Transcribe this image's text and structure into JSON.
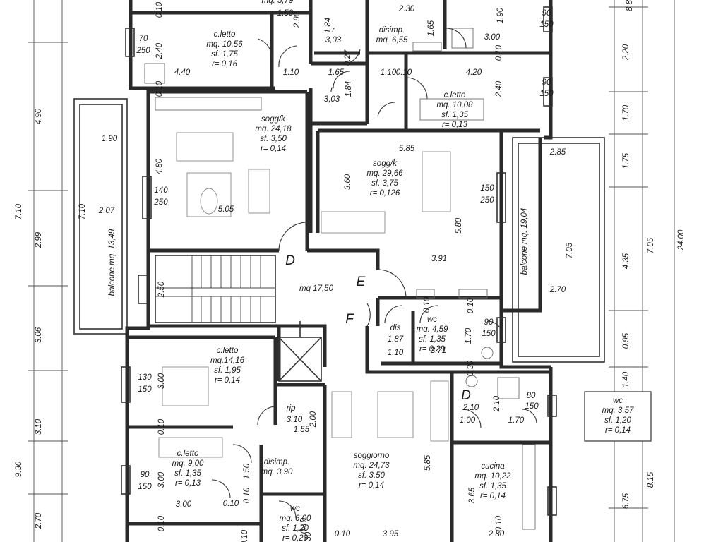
{
  "rooms": [
    {
      "id": "r1",
      "lines": [
        "mq. 5,79"
      ]
    },
    {
      "id": "r2",
      "lines": [
        "c.letto",
        "mq. 10,56",
        "sf. 1,75",
        "r= 0,16"
      ]
    },
    {
      "id": "r3",
      "lines": [
        "r",
        "3,03"
      ]
    },
    {
      "id": "r4",
      "lines": [
        "disimp.",
        "mq. 6,55"
      ]
    },
    {
      "id": "r5",
      "lines": [
        "r",
        "3,03"
      ]
    },
    {
      "id": "r6",
      "lines": [
        "c.letto",
        "mq. 10,08",
        "sf. 1,35",
        "r= 0,13"
      ]
    },
    {
      "id": "r7",
      "lines": [
        "sogg/k",
        "mq. 24,18",
        "sf. 3,50",
        "r= 0,14"
      ]
    },
    {
      "id": "r8",
      "lines": [
        "sogg/k",
        "mq. 29,66",
        "sf. 3,75",
        "r= 0,126"
      ]
    },
    {
      "id": "r9",
      "lines": [
        "mq 17,50"
      ]
    },
    {
      "id": "r10",
      "lines": [
        "dis"
      ]
    },
    {
      "id": "r11",
      "lines": [
        "wc",
        "mq. 4,59",
        "sf. 1,35",
        "r= 0,29"
      ]
    },
    {
      "id": "r12",
      "lines": [
        "c.letto",
        "mq.14,16",
        "sf. 1,95",
        "r= 0,14"
      ]
    },
    {
      "id": "r13",
      "lines": [
        "rip"
      ]
    },
    {
      "id": "r14",
      "lines": [
        "D"
      ]
    },
    {
      "id": "r15",
      "lines": [
        "c.letto",
        "mq. 9,00",
        "sf. 1,35",
        "r= 0,13"
      ]
    },
    {
      "id": "r16",
      "lines": [
        "disimp.",
        "mq. 3,90"
      ]
    },
    {
      "id": "r17",
      "lines": [
        "soggiorno",
        "mq. 24,73",
        "sf. 3,50",
        "r= 0,14"
      ]
    },
    {
      "id": "r18",
      "lines": [
        "cucina",
        "mq. 10,22",
        "sf. 1,35",
        "r= 0,14"
      ]
    },
    {
      "id": "r19",
      "lines": [
        "wc",
        "mq. 6,00",
        "sf. 1,20",
        "r= 0,20"
      ]
    }
  ],
  "wc_box": {
    "lines": [
      "wc",
      "mq. 3,57",
      "sf. 1,20",
      "r= 0,14"
    ]
  },
  "balconies": [
    {
      "id": "b1",
      "label": "balcone mq. 13,49"
    },
    {
      "id": "b2",
      "label": "balcone mq. 19,04"
    }
  ],
  "stair_letters": [
    "D",
    "E",
    "F"
  ],
  "dimensions": [
    {
      "id": "d1",
      "text": "1.50"
    },
    {
      "id": "d2",
      "text": "2.90"
    },
    {
      "id": "d3",
      "text": "0.10"
    },
    {
      "id": "d4",
      "text": "2.30"
    },
    {
      "id": "d5",
      "text": "1.84"
    },
    {
      "id": "d6",
      "text": "1.65"
    },
    {
      "id": "d7",
      "text": "1.90"
    },
    {
      "id": "d8",
      "text": "90"
    },
    {
      "id": "d9",
      "text": "150"
    },
    {
      "id": "d10",
      "text": "3.00"
    },
    {
      "id": "d11",
      "text": "70"
    },
    {
      "id": "d12",
      "text": "250"
    },
    {
      "id": "d13",
      "text": "2.40"
    },
    {
      "id": "d14",
      "text": "0.27"
    },
    {
      "id": "d15",
      "text": "0.10"
    },
    {
      "id": "d16",
      "text": "4.40"
    },
    {
      "id": "d17",
      "text": "1.10"
    },
    {
      "id": "d18",
      "text": "1.65"
    },
    {
      "id": "d19",
      "text": "1.10"
    },
    {
      "id": "d20",
      "text": "0.10"
    },
    {
      "id": "d21",
      "text": "4.20"
    },
    {
      "id": "d22",
      "text": "1.84"
    },
    {
      "id": "d23",
      "text": "2.40"
    },
    {
      "id": "d24",
      "text": "90"
    },
    {
      "id": "d25",
      "text": "150"
    },
    {
      "id": "d26",
      "text": "0.10"
    },
    {
      "id": "d27",
      "text": "1.90"
    },
    {
      "id": "d28",
      "text": "4.80"
    },
    {
      "id": "d29",
      "text": "5.85"
    },
    {
      "id": "d30",
      "text": "2.85"
    },
    {
      "id": "d31",
      "text": "3.60"
    },
    {
      "id": "d32",
      "text": "140"
    },
    {
      "id": "d33",
      "text": "250"
    },
    {
      "id": "d34",
      "text": "150"
    },
    {
      "id": "d35",
      "text": "250"
    },
    {
      "id": "d36",
      "text": "2.07"
    },
    {
      "id": "d37",
      "text": "5.05"
    },
    {
      "id": "d38",
      "text": "5.80"
    },
    {
      "id": "d39",
      "text": "7.05"
    },
    {
      "id": "d40",
      "text": "3.91"
    },
    {
      "id": "d41",
      "text": "2.50"
    },
    {
      "id": "d42",
      "text": "2.70"
    },
    {
      "id": "d43",
      "text": "0.10"
    },
    {
      "id": "d44",
      "text": "0.10"
    },
    {
      "id": "d45",
      "text": "90"
    },
    {
      "id": "d46",
      "text": "150"
    },
    {
      "id": "d47",
      "text": "1.87"
    },
    {
      "id": "d48",
      "text": "1.70"
    },
    {
      "id": "d49",
      "text": "1.10"
    },
    {
      "id": "d50",
      "text": "2.71"
    },
    {
      "id": "d51",
      "text": "0.30"
    },
    {
      "id": "d52",
      "text": "130"
    },
    {
      "id": "d53",
      "text": "150"
    },
    {
      "id": "d54",
      "text": "3.00"
    },
    {
      "id": "d55",
      "text": "2.10"
    },
    {
      "id": "d56",
      "text": "2.10"
    },
    {
      "id": "d57",
      "text": "80"
    },
    {
      "id": "d58",
      "text": "150"
    },
    {
      "id": "d59",
      "text": "3.10"
    },
    {
      "id": "d60",
      "text": "1.55"
    },
    {
      "id": "d61",
      "text": "2.00"
    },
    {
      "id": "d62",
      "text": "1.00"
    },
    {
      "id": "d63",
      "text": "1.70"
    },
    {
      "id": "d64",
      "text": "0.10"
    },
    {
      "id": "d65",
      "text": "5.85"
    },
    {
      "id": "d66",
      "text": "90"
    },
    {
      "id": "d67",
      "text": "150"
    },
    {
      "id": "d68",
      "text": "3.00"
    },
    {
      "id": "d69",
      "text": "1.50"
    },
    {
      "id": "d70",
      "text": "0.10"
    },
    {
      "id": "d71",
      "text": "0.10"
    },
    {
      "id": "d72",
      "text": "3.00"
    },
    {
      "id": "d73",
      "text": "0.10"
    },
    {
      "id": "d74",
      "text": "3.65"
    },
    {
      "id": "d75",
      "text": "3.95"
    },
    {
      "id": "d76",
      "text": "2.80"
    },
    {
      "id": "d77",
      "text": "0.10"
    },
    {
      "id": "d78",
      "text": "0.10"
    },
    {
      "id": "d79",
      "text": "0.10"
    },
    {
      "id": "d80",
      "text": "0.30"
    },
    {
      "id": "d81",
      "text": "0.10"
    }
  ],
  "left_dimensions": [
    {
      "id": "l1",
      "text": "4.90"
    },
    {
      "id": "l2",
      "text": "7.10"
    },
    {
      "id": "l3",
      "text": "2.99"
    },
    {
      "id": "l4",
      "text": "3.06"
    },
    {
      "id": "l5",
      "text": "3.10"
    },
    {
      "id": "l6",
      "text": "9.30"
    },
    {
      "id": "l7",
      "text": "2.70"
    },
    {
      "id": "l8",
      "text": "7.10"
    }
  ],
  "right_dimensions": [
    {
      "id": "rd1",
      "text": "8.8"
    },
    {
      "id": "rd2",
      "text": "2.20"
    },
    {
      "id": "rd3",
      "text": "1.70"
    },
    {
      "id": "rd4",
      "text": "1.75"
    },
    {
      "id": "rd5",
      "text": "4.35"
    },
    {
      "id": "rd6",
      "text": "7.05"
    },
    {
      "id": "rd7",
      "text": "24.00"
    },
    {
      "id": "rd8",
      "text": "0.95"
    },
    {
      "id": "rd9",
      "text": "1.40"
    },
    {
      "id": "rd10",
      "text": "8.15"
    },
    {
      "id": "rd11",
      "text": "6.75"
    }
  ]
}
